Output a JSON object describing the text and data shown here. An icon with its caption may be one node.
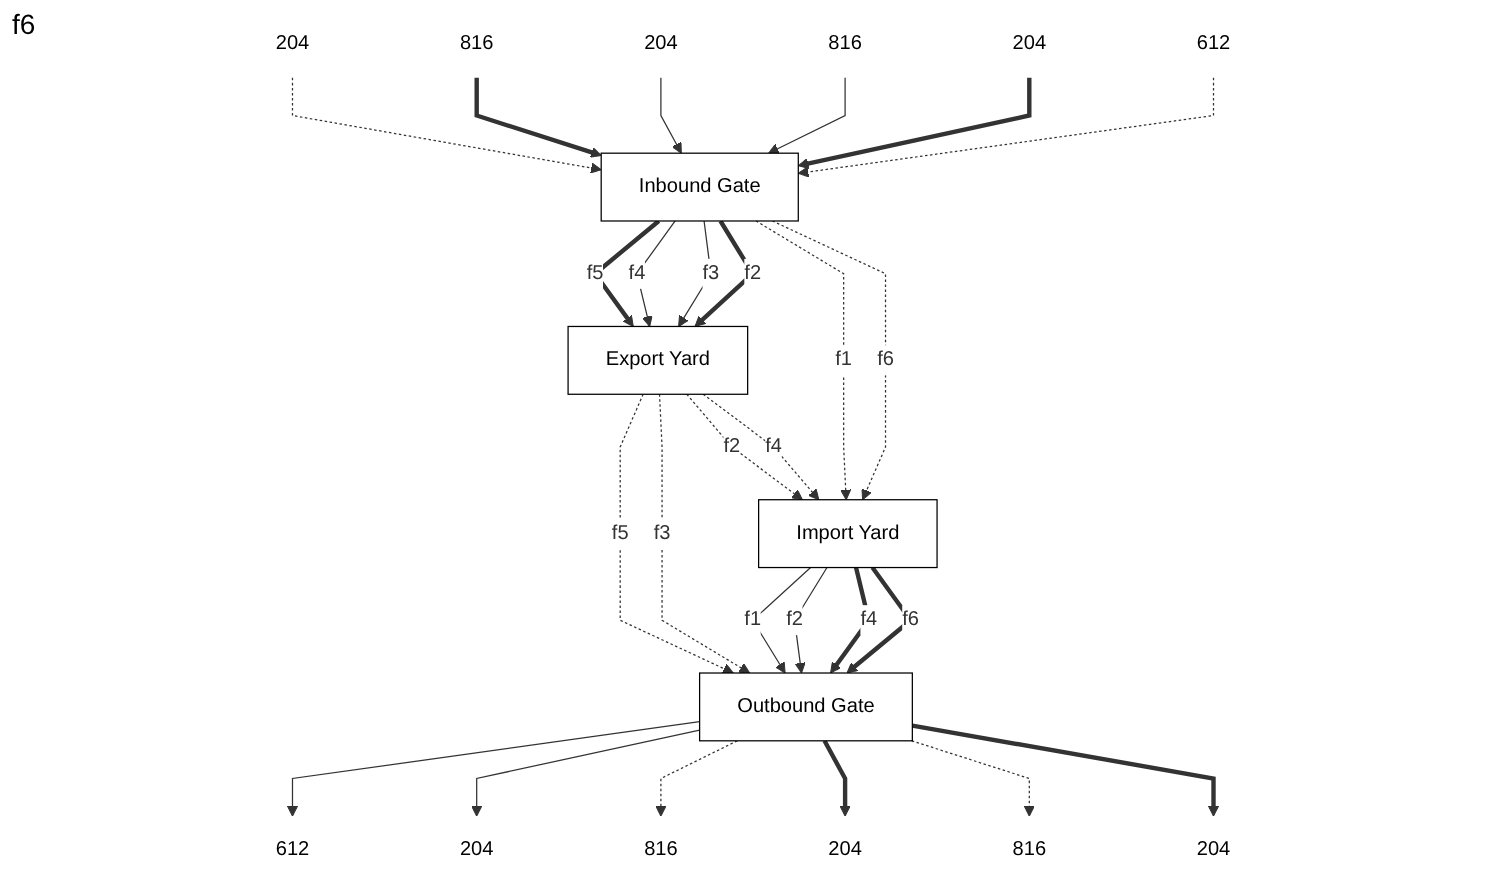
{
  "diagram": {
    "nodes": [
      {
        "text": [
          "Inbound Gate"
        ]
      },
      {
        "text": [
          "Outbound Gate"
        ]
      },
      {
        "text": [
          "Export Yard"
        ]
      },
      {
        "text": [
          "Import Yard"
        ]
      }
    ],
    "edges": [
      {
        "from": null,
        "to": 0,
        "arrow": "to",
        "label": "204",
        "style": "dashed"
      },
      {
        "from": null,
        "to": 0,
        "arrow": "to",
        "label": "816",
        "style": "thick"
      },
      {
        "from": null,
        "to": 0,
        "arrow": "to",
        "label": "204"
      },
      {
        "from": null,
        "to": 0,
        "arrow": "to",
        "label": "816"
      },
      {
        "from": null,
        "to": 0,
        "arrow": "to",
        "label": "204",
        "style": "thick"
      },
      {
        "from": null,
        "to": 0,
        "arrow": "to",
        "label": "612",
        "style": "dashed"
      },
      {
        "from": 0,
        "to": 2,
        "arrow": "to",
        "label": "f5",
        "style": "thick"
      },
      {
        "from": 0,
        "to": 2,
        "arrow": "to",
        "label": "f4"
      },
      {
        "from": 0,
        "to": 2,
        "arrow": "to",
        "label": "f3"
      },
      {
        "from": 0,
        "to": 2,
        "arrow": "to",
        "label": "f2",
        "style": "thick"
      },
      {
        "from": 0,
        "to": 3,
        "arrow": "to",
        "label": "f1",
        "style": "dashed"
      },
      {
        "from": 0,
        "to": 3,
        "arrow": "to",
        "label": "f6",
        "style": "dashed"
      },
      {
        "from": 2,
        "to": 1,
        "arrow": "to",
        "label": "f5",
        "style": "dashed"
      },
      {
        "from": 2,
        "to": 1,
        "arrow": "to",
        "label": "f3",
        "style": "dashed"
      },
      {
        "from": 2,
        "to": 3,
        "arrow": "to",
        "label": "f2",
        "style": "dashed"
      },
      {
        "from": 2,
        "to": 3,
        "arrow": "to",
        "label": "f4",
        "style": "dashed"
      },
      {
        "from": 3,
        "to": 1,
        "arrow": "to",
        "label": "f1"
      },
      {
        "from": 3,
        "to": 1,
        "arrow": "to",
        "label": "f2"
      },
      {
        "from": 3,
        "to": 1,
        "arrow": "to",
        "label": "f4",
        "style": "thick"
      },
      {
        "from": 3,
        "to": 1,
        "arrow": "to",
        "label": "f6",
        "style": "thick"
      },
      {
        "from": 1,
        "to": null,
        "arrow": "to",
        "label": "612"
      },
      {
        "from": 1,
        "to": null,
        "arrow": "to",
        "label": "204"
      },
      {
        "from": 1,
        "to": null,
        "arrow": "to",
        "label": "816",
        "style": "dashed"
      },
      {
        "from": 1,
        "to": null,
        "arrow": "to",
        "label": "204",
        "style": "thick"
      },
      {
        "from": 1,
        "to": null,
        "arrow": "to",
        "label": "816",
        "style": "dashed"
      },
      {
        "from": 1,
        "to": null,
        "arrow": "to",
        "label": "204",
        "style": "thick"
      }
    ],
    "labels": [
      "f6"
    ]
  }
}
